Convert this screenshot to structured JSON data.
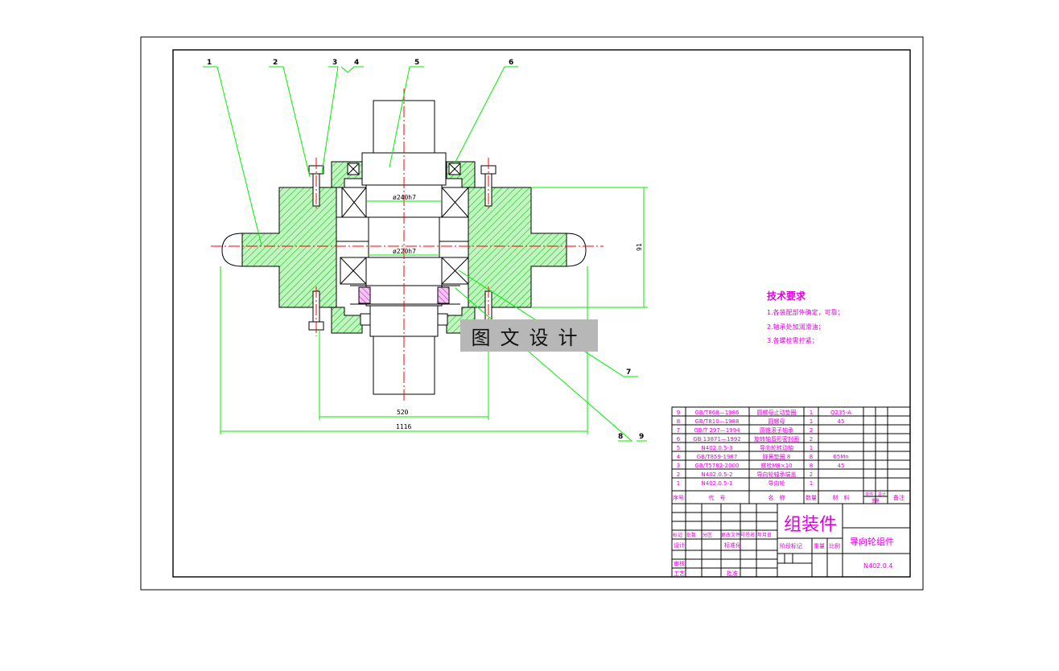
{
  "callouts": [
    "1",
    "2",
    "3",
    "4",
    "5",
    "6",
    "7",
    "8",
    "9"
  ],
  "dimensions": {
    "d1": "ø240h7",
    "d2": "ø220h7",
    "height": "91",
    "width_inner": "520",
    "width_outer": "1116"
  },
  "tech_requirements": {
    "title": "技术要求",
    "items": [
      "1.各装配部件确定，可靠；",
      "2.轴承处加润滑油；",
      "3.各螺栓需拧紧；"
    ]
  },
  "bom": {
    "rows": [
      {
        "no": "9",
        "code": "GB/T868—1986",
        "name": "圆螺母止动垫圈",
        "qty": "1",
        "material": "Q235-A"
      },
      {
        "no": "8",
        "code": "GB/T810—1988",
        "name": "圆螺母",
        "qty": "1",
        "material": "45"
      },
      {
        "no": "7",
        "code": "GB/T 297—1994",
        "name": "圆锥滚子轴承",
        "qty": "2",
        "material": ""
      },
      {
        "no": "6",
        "code": "GB 13871—1992",
        "name": "旋转轴唇形密封圈",
        "qty": "2",
        "material": ""
      },
      {
        "no": "5",
        "code": "N402.0.5-3",
        "name": "导向轮转动轴",
        "qty": "1",
        "material": ""
      },
      {
        "no": "4",
        "code": "GB/T859-1987",
        "name": "弹簧垫圈 8",
        "qty": "8",
        "material": "65Mn"
      },
      {
        "no": "3",
        "code": "GB/T5782-2000",
        "name": "螺栓M8×10",
        "qty": "8",
        "material": "45"
      },
      {
        "no": "2",
        "code": "N402.0.5-2",
        "name": "导向轮轴承端盖",
        "qty": "2",
        "material": ""
      },
      {
        "no": "1",
        "code": "N402.0.5-1",
        "name": "导向轮",
        "qty": "1",
        "material": ""
      }
    ],
    "header": {
      "no": "序号",
      "code": "代　号",
      "name": "名　称",
      "qty": "数量",
      "material": "材　料",
      "unit_weight": "单件",
      "total_weight": "总计",
      "weight": "重量",
      "remark": "备注"
    }
  },
  "title_block": {
    "assembly_label": "组装件",
    "part_name": "导向轮组件",
    "drawing_no": "N402.0.4",
    "rev_headers": [
      "标记",
      "处数",
      "分区",
      "更改文件号",
      "签名",
      "年月日"
    ],
    "design": "设计",
    "standardization": "标准化",
    "review": "审核",
    "process": "工艺",
    "approve": "批准",
    "stage_mark": "阶段标记",
    "weight": "重量",
    "scale": "比例"
  },
  "watermark": "图文设计",
  "colors": {
    "outline": "#000000",
    "green": "#00ee00",
    "red": "#ff0000",
    "magenta": "#e000e0",
    "hatch": "#00cc00"
  }
}
